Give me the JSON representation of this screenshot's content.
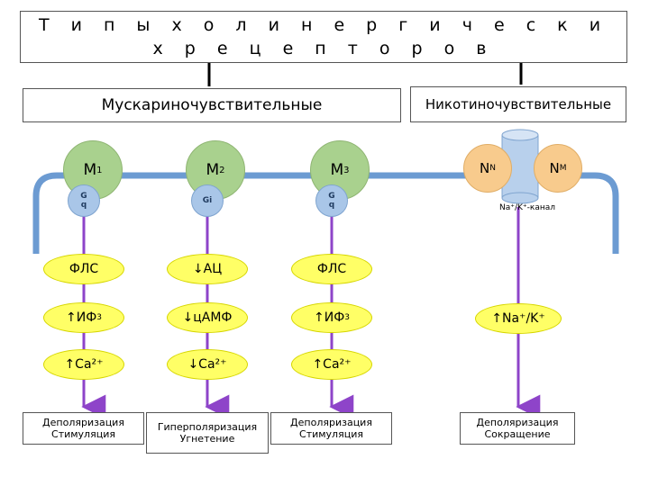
{
  "title": "Т и п ы   х о л и н е р г и ч е с к и х   р е ц е п т о р о в",
  "categories": {
    "muscarinic": "Мускариночувствительные",
    "nicotinic": "Никотиночувствительные"
  },
  "receptors": [
    {
      "name": "M",
      "sub": "1",
      "gprotein": [
        "G",
        "q"
      ],
      "step1": "ФЛС",
      "step2": "↑ИФ",
      "step2_sub": "3",
      "step3": "↑Ca²⁺",
      "result": [
        "Деполяризация",
        "Стимуляция"
      ]
    },
    {
      "name": "M",
      "sub": "2",
      "gprotein": [
        "Gi"
      ],
      "step1": "↓АЦ",
      "step2": "↓цАМФ",
      "step2_sub": "",
      "step3": "↓Ca²⁺",
      "result": [
        "Гиперполяризация",
        "Угнетение"
      ]
    },
    {
      "name": "M",
      "sub": "3",
      "gprotein": [
        "G",
        "q"
      ],
      "step1": "ФЛС",
      "step2": "↑ИФ",
      "step2_sub": "3",
      "step3": "↑Ca²⁺",
      "result": [
        "Деполяризация",
        "Стимуляция"
      ]
    }
  ],
  "nicotinic_receptors": [
    {
      "name": "N",
      "sub": "N"
    },
    {
      "name": "N",
      "sub": "M"
    }
  ],
  "channel_label": "Na⁺/K⁺-канал",
  "nicotinic_step": "↑Na⁺/K⁺",
  "nicotinic_result": [
    "Деполяризация",
    "Сокращение"
  ],
  "colors": {
    "membrane": "#6c9bd2",
    "arrow": "#8e44c9",
    "muscarinic_receptor": "#a9d18e",
    "g_protein": "#a9c6e8",
    "nicotinic_receptor": "#f8cb8d",
    "channel": "#b8d0ec",
    "effector": "#ffff66"
  }
}
